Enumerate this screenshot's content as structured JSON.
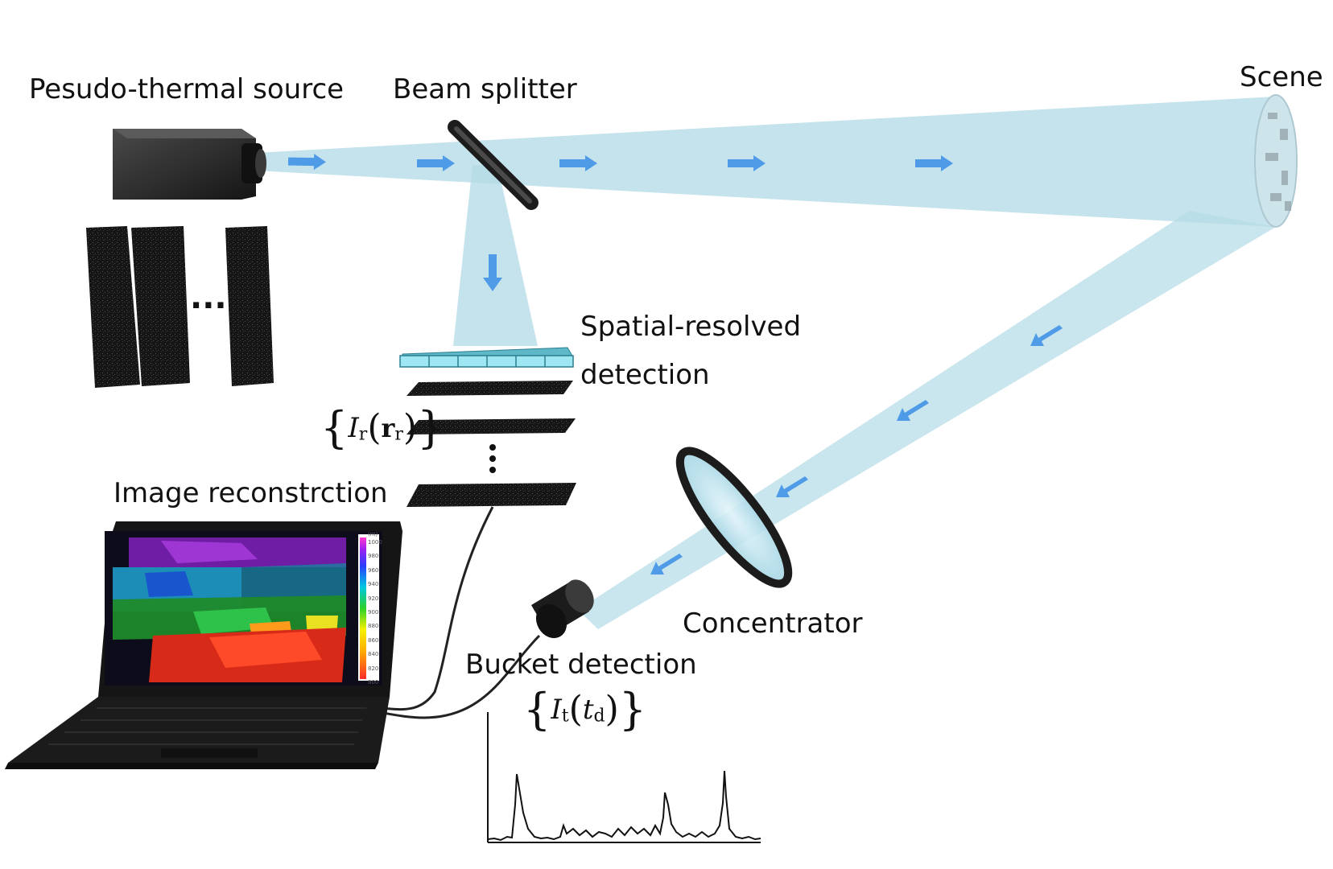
{
  "labels": {
    "source": "Pesudo-thermal source",
    "splitter": "Beam splitter",
    "scene": "Scene",
    "spatial_line1": "Spatial-resolved",
    "spatial_line2": "detection",
    "reconstruction": "Image reconstrction",
    "concentrator": "Concentrator",
    "bucket": "Bucket detection",
    "ellipsis": "···"
  },
  "math": {
    "reference_symbol": "I",
    "reference_sub": "r",
    "reference_arg": "r",
    "reference_arg_sub": "r",
    "test_symbol": "I",
    "test_sub": "t",
    "test_arg": "t",
    "test_arg_sub": "d"
  },
  "colorbar": {
    "unit": "(m)",
    "ticks": [
      "1000",
      "980",
      "960",
      "940",
      "920",
      "900",
      "880",
      "860",
      "840",
      "820",
      "800"
    ]
  },
  "colors": {
    "beam": "#a9d6e2",
    "arrow": "#4f9be8",
    "device": "#1c1c1c"
  },
  "icons": [
    "light-source-icon",
    "beam-splitter-icon",
    "lens-icon",
    "detector-icon",
    "laptop-icon",
    "pixel-array-icon"
  ]
}
